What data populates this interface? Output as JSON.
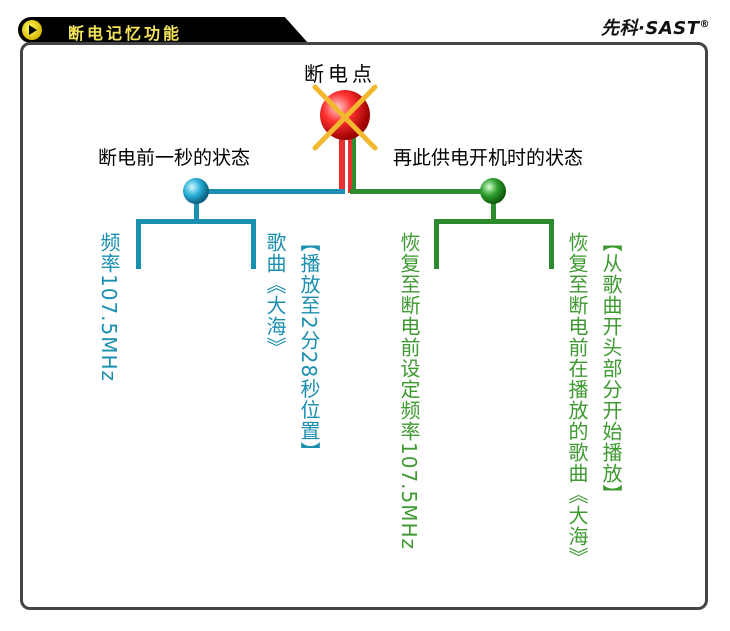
{
  "header": {
    "title": "断电记忆功能",
    "brand": "先科·SAST",
    "brand_mark": "®"
  },
  "diagram": {
    "center_label": "断电点",
    "left_branch_label": "断电前一秒的状态",
    "right_branch_label": "再此供电开机时的状态",
    "left_items": [
      "频率107.5MHz",
      "歌曲《大海》",
      "【播放至2分28秒位置】"
    ],
    "right_items": [
      "恢复至断电前设定频率107.5MHz",
      "恢复至断电前在播放的歌曲《大海》",
      "【从歌曲开头部分开始播放】"
    ]
  },
  "colors": {
    "left": "#1a8fb0",
    "right": "#2e8b2e",
    "center": "#e83030",
    "cross": "#f2b830"
  }
}
